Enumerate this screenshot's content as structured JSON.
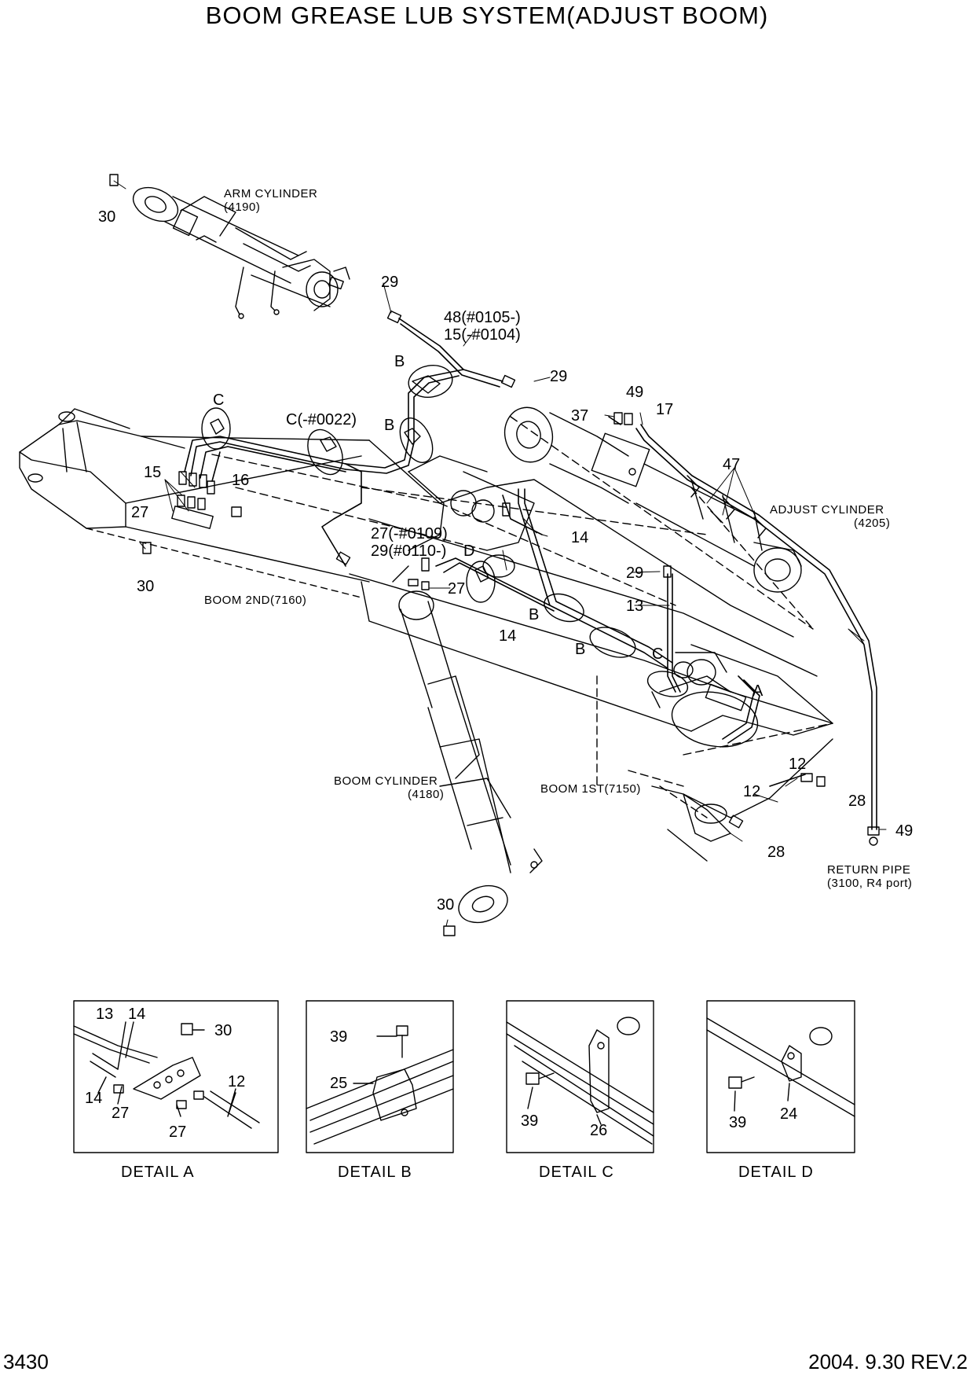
{
  "title": "BOOM GREASE LUB SYSTEM(ADJUST BOOM)",
  "footer": {
    "page": "3430",
    "date_rev": "2004. 9.30  REV.2"
  },
  "components": {
    "arm_cylinder": [
      "ARM CYLINDER",
      "(4190)"
    ],
    "adjust_cylinder": [
      "ADJUST CYLINDER",
      "(4205)"
    ],
    "boom_2nd": "BOOM 2ND(7160)",
    "boom_cylinder": [
      "BOOM CYLINDER",
      "(4180)"
    ],
    "boom_1st": "BOOM 1ST(7150)",
    "return_pipe": [
      "RETURN PIPE",
      "(3100, R4 port)"
    ]
  },
  "callouts": {
    "c30_top": "30",
    "c29_top": "29",
    "c48": "48(#0105-)",
    "c15_top": "15(-#0104)",
    "c29_mid": "29",
    "c49_top": "49",
    "c37": "37",
    "c17": "17",
    "c47": "47",
    "c15_left": "15",
    "c16": "16",
    "c27_left": "27",
    "c30_left": "30",
    "c27_range": "27(-#0109)",
    "c29_range": "29(#0110-)",
    "c27_mid": "27",
    "c14_a": "14",
    "c14_b": "14",
    "c29_right": "29",
    "c13": "13",
    "c12_a": "12",
    "c12_b": "12",
    "c28_a": "28",
    "c28_b": "28",
    "c49_bottom": "49",
    "c30_bottom": "30"
  },
  "letters": {
    "B1": "B",
    "B2": "B",
    "C1": "C",
    "Cranged": "C(-#0022)",
    "D": "D",
    "B3": "B",
    "B4": "B",
    "C2": "C",
    "A": "A"
  },
  "details": {
    "a": {
      "label": "DETAIL  A",
      "n13": "13",
      "n14a": "14",
      "n30": "30",
      "n12": "12",
      "n14b": "14",
      "n27a": "27",
      "n27b": "27"
    },
    "b": {
      "label": "DETAIL  B",
      "n39": "39",
      "n25": "25"
    },
    "c": {
      "label": "DETAIL  C",
      "n39": "39",
      "n26": "26"
    },
    "d": {
      "label": "DETAIL  D",
      "n39": "39",
      "n24": "24"
    }
  }
}
